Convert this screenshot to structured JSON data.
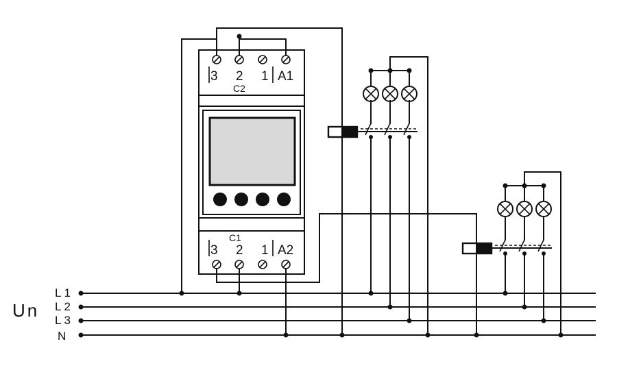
{
  "supply": {
    "label": "Un",
    "phases": [
      "L 1",
      "L 2",
      "L 3",
      "N"
    ]
  },
  "device": {
    "top_terminals": [
      "3",
      "2",
      "1",
      "A1"
    ],
    "top_channel": "C2",
    "bottom_terminals": [
      "3",
      "2",
      "1",
      "A2"
    ],
    "bottom_channel": "C1",
    "button_count": 4
  },
  "contactors": [
    {
      "id": "upper",
      "lamp_count": 3,
      "pole_count": 3
    },
    {
      "id": "lower",
      "lamp_count": 3,
      "pole_count": 3
    }
  ],
  "colors": {
    "line": "#111111",
    "screen": "#d9d9d9",
    "background": "#ffffff"
  }
}
